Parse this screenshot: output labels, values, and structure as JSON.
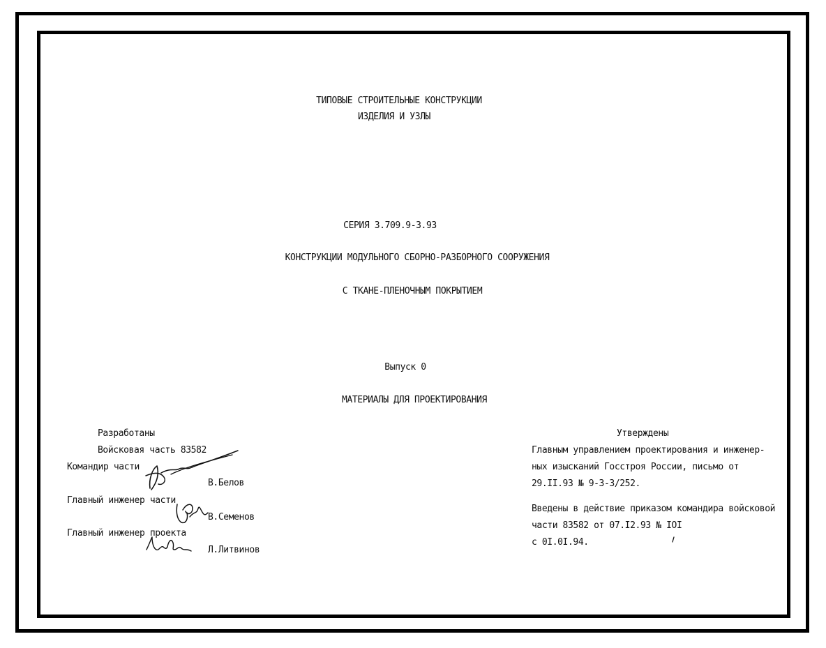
{
  "header": {
    "line1": "ТИПОВЫЕ СТРОИТЕЛЬНЫЕ КОНСТРУКЦИИ",
    "line2": "ИЗДЕЛИЯ И УЗЛЫ"
  },
  "series": {
    "label": "СЕРИЯ 3.709.9-3.93",
    "title_line1": "КОНСТРУКЦИИ МОДУЛЬНОГО СБОРНО-РАЗБОРНОГО СООРУЖЕНИЯ",
    "title_line2": "С ТКАНЕ-ПЛЕНОЧНЫМ ПОКРЫТИЕМ"
  },
  "issue": {
    "label": "Выпуск 0",
    "title": "МАТЕРИАЛЫ ДЛЯ ПРОЕКТИРОВАНИЯ"
  },
  "developed": {
    "heading": "Разработаны",
    "org": "Войсковая часть 83582",
    "roles": [
      {
        "role": "Командир части",
        "name": "В.Белов"
      },
      {
        "role": "Главный инженер части",
        "name": "В.Семенов"
      },
      {
        "role": "Главный инженер проекта",
        "name": "Л.Литвинов"
      }
    ]
  },
  "approved": {
    "heading": "Утверждены",
    "lines": [
      "Главным управлением проектирования и инженер-",
      "ных изысканий Госстроя России, письмо от",
      "29.II.93 № 9-3-3/252."
    ],
    "enacted_lines": [
      "Введены в действие приказом командира войсковой",
      "части 83582 от 07.I2.93 № IOI",
      "с 0I.0I.94."
    ]
  }
}
